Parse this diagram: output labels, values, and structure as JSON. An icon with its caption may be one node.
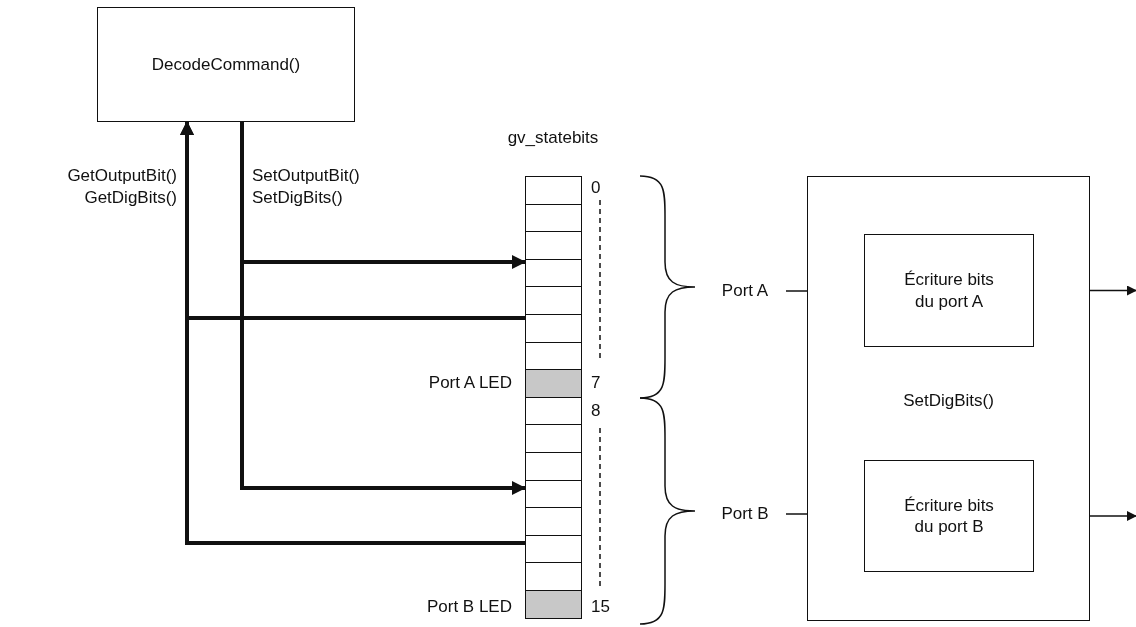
{
  "diagram": {
    "nodes": [
      {
        "text": [
          "DecodeCommand()"
        ]
      },
      {
        "text": [
          "gv_statebits"
        ],
        "beside": [
          "Port A LED",
          "Port B LED"
        ]
      },
      {
        "text": [
          "Port A"
        ]
      },
      {
        "text": [
          "Port B"
        ]
      },
      {
        "text": [
          "SetDigBits()"
        ]
      },
      {
        "text": [
          "Écriture bits du port A"
        ],
        "in": 4
      },
      {
        "text": [
          "Écriture bits du port B"
        ],
        "in": 4
      }
    ],
    "edges": [
      {
        "from": 0,
        "to": 1,
        "arrow": "to",
        "label": "SetOutputBit() SetDigBits()",
        "style": "thick"
      },
      {
        "from": 0,
        "to": 1,
        "arrow": "to",
        "style": "thick"
      },
      {
        "from": 1,
        "to": 0,
        "arrow": "to",
        "label": "GetOutputBit() GetDigBits()",
        "style": "thick"
      },
      {
        "from": 1,
        "to": 0,
        "arrow": "to",
        "style": "thick"
      },
      {
        "from": 2,
        "to": 5,
        "arrow": "to"
      },
      {
        "from": 3,
        "to": 6,
        "arrow": "to"
      },
      {
        "from": 5,
        "to": null,
        "arrow": "to"
      },
      {
        "from": 6,
        "to": null,
        "arrow": "to"
      }
    ],
    "labels": [
      "0",
      "7",
      "8",
      "15"
    ]
  }
}
